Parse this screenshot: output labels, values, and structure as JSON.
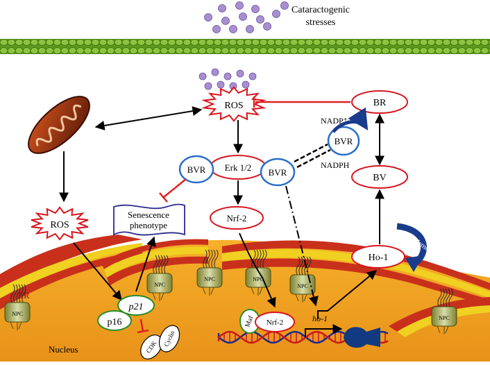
{
  "labels": {
    "stress": "Cataractogenic stresses",
    "stress_line1": "Cataractogenic",
    "stress_line2": "stresses",
    "ros_top": "ROS",
    "ros_left": "ROS",
    "br": "BR",
    "bv": "BV",
    "bvr_right": "BVR",
    "nadp_plus": "NADP⁺",
    "nadph": "NADPH",
    "bvr_left": "BVR",
    "erk": "Erk 1/2",
    "bvr_mid": "BVR",
    "nrf2_top": "Nrf-2",
    "senescence_line1": "Senescence",
    "senescence_line2": "phenotype",
    "ho1": "Ho-1",
    "heme": "Heme",
    "er": "ER",
    "nucleus": "Nucleus",
    "npc": "NPC",
    "p21": "p21",
    "p16": "p16",
    "cdk": "CDK",
    "cyclin": "Cyclin",
    "maf": "Maf",
    "nrf2_nucleus": "Nrf-2",
    "ho1_gene": "ho-1"
  },
  "colors": {
    "membrane_green": "#6aa220",
    "ros_red": "#d8141c",
    "bvr_blue": "#2a6ec8",
    "nucleus_orange": "#f0a020",
    "er_red": "#c8301c",
    "er_yellow": "#f0d020",
    "dot_purple": "#a890d0",
    "inhibit_red": "#e02020",
    "heme_blue": "#1a3c8c"
  }
}
